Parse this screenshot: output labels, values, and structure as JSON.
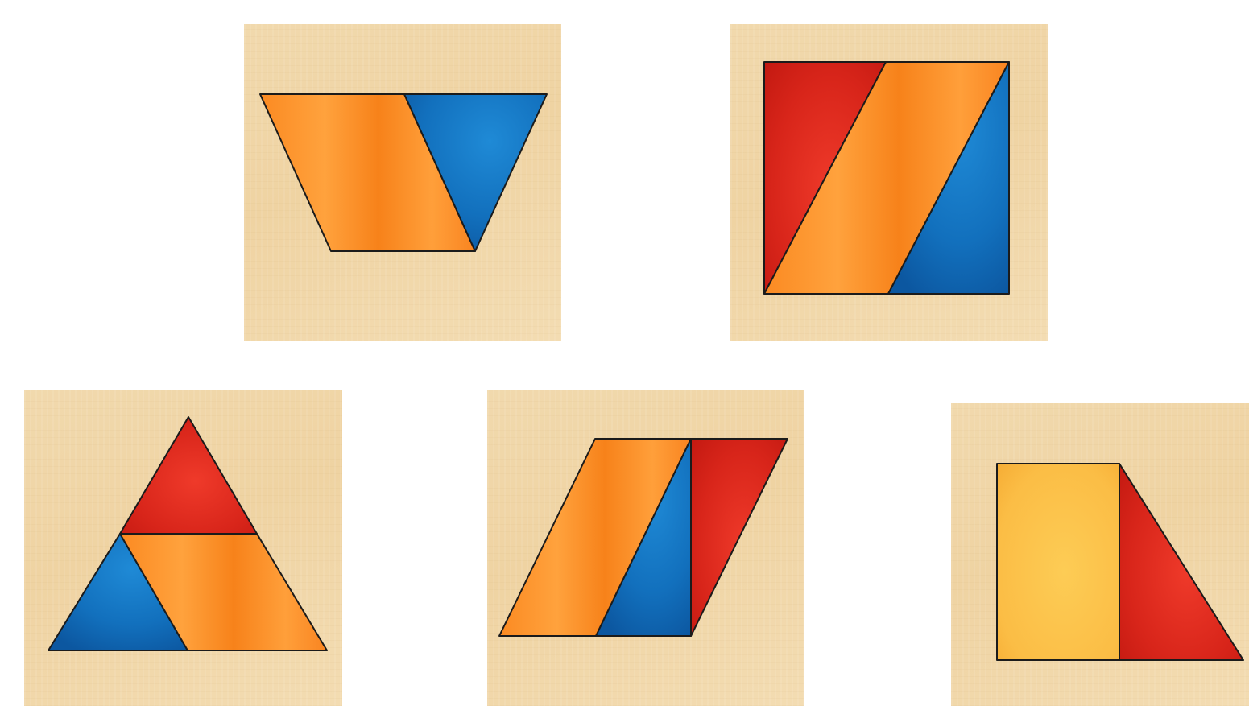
{
  "puzzles": [
    {
      "name": "trapezoid",
      "pieces": [
        {
          "shape": "parallelogram",
          "color": "orange"
        },
        {
          "shape": "triangle",
          "color": "blue"
        }
      ]
    },
    {
      "name": "rectangle",
      "pieces": [
        {
          "shape": "triangle",
          "color": "red"
        },
        {
          "shape": "parallelogram",
          "color": "orange"
        },
        {
          "shape": "triangle",
          "color": "blue"
        }
      ]
    },
    {
      "name": "large-triangle",
      "pieces": [
        {
          "shape": "triangle",
          "color": "red"
        },
        {
          "shape": "triangle",
          "color": "blue"
        },
        {
          "shape": "parallelogram",
          "color": "orange"
        }
      ]
    },
    {
      "name": "large-parallelogram",
      "pieces": [
        {
          "shape": "parallelogram",
          "color": "orange"
        },
        {
          "shape": "triangle",
          "color": "blue"
        },
        {
          "shape": "triangle",
          "color": "red"
        }
      ]
    },
    {
      "name": "right-trapezoid",
      "pieces": [
        {
          "shape": "rectangle",
          "color": "yellow"
        },
        {
          "shape": "triangle",
          "color": "red"
        }
      ]
    }
  ],
  "colors": {
    "orange": "#fb8a22",
    "blue": "#1574c2",
    "red": "#de2418",
    "yellow": "#fbbd45",
    "board": "#f0d7a8",
    "outline": "#1b1b1b"
  }
}
